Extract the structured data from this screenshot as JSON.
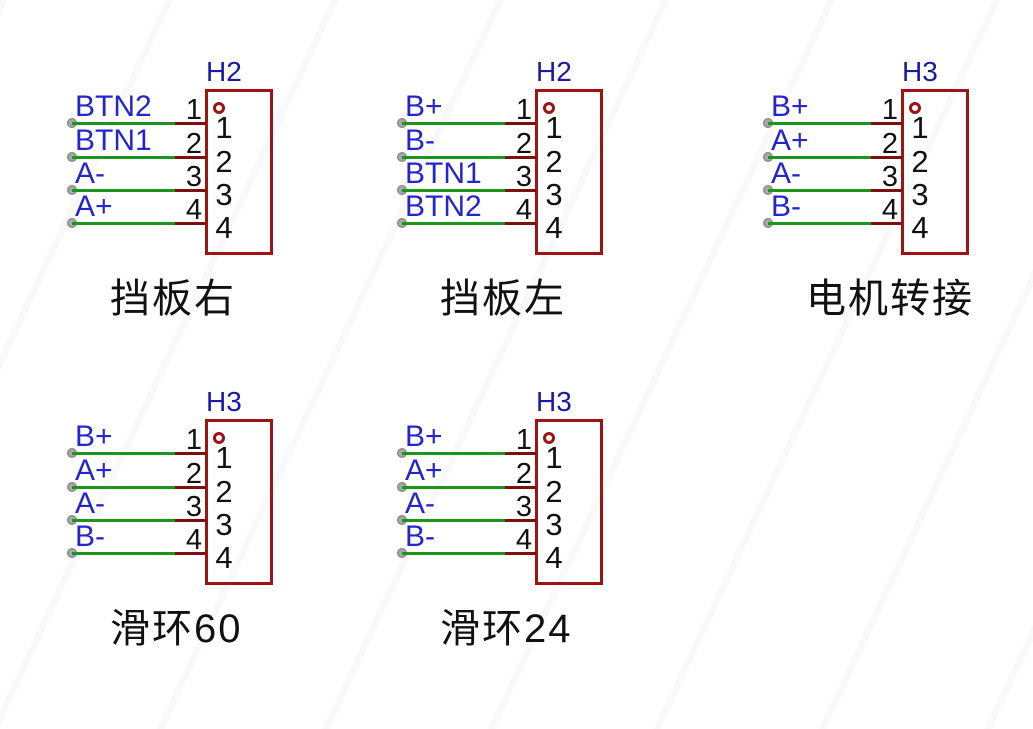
{
  "diagram_type": "schematic-connector-pinout",
  "colors": {
    "background": "#ffffff",
    "connector_outline": "#9e1313",
    "pin_stub": "#7e0f0f",
    "wire_green": "#1d941d",
    "net_label_blue": "#2525cd",
    "designator_blue": "#1a1aa6",
    "text_black": "#111111",
    "terminal_dot_gray": "#a8a8a8"
  },
  "connectors": [
    {
      "designator": "H2",
      "caption": "挡板右",
      "pins": [
        {
          "number": "1",
          "net": "BTN2"
        },
        {
          "number": "2",
          "net": "BTN1"
        },
        {
          "number": "3",
          "net": "A-"
        },
        {
          "number": "4",
          "net": "A+"
        }
      ]
    },
    {
      "designator": "H2",
      "caption": "挡板左",
      "pins": [
        {
          "number": "1",
          "net": "B+"
        },
        {
          "number": "2",
          "net": "B-"
        },
        {
          "number": "3",
          "net": "BTN1"
        },
        {
          "number": "4",
          "net": "BTN2"
        }
      ]
    },
    {
      "designator": "H3",
      "caption": "电机转接",
      "pins": [
        {
          "number": "1",
          "net": "B+"
        },
        {
          "number": "2",
          "net": "A+"
        },
        {
          "number": "3",
          "net": "A-"
        },
        {
          "number": "4",
          "net": "B-"
        }
      ]
    },
    {
      "designator": "H3",
      "caption": "滑环60",
      "pins": [
        {
          "number": "1",
          "net": "B+"
        },
        {
          "number": "2",
          "net": "A+"
        },
        {
          "number": "3",
          "net": "A-"
        },
        {
          "number": "4",
          "net": "B-"
        }
      ]
    },
    {
      "designator": "H3",
      "caption": "滑环24",
      "pins": [
        {
          "number": "1",
          "net": "B+"
        },
        {
          "number": "2",
          "net": "A+"
        },
        {
          "number": "3",
          "net": "A-"
        },
        {
          "number": "4",
          "net": "B-"
        }
      ]
    }
  ]
}
